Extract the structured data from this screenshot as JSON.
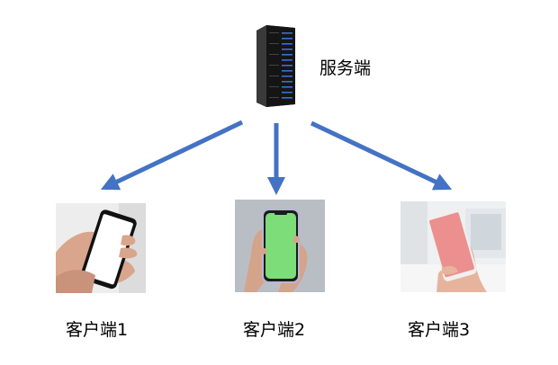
{
  "server": {
    "label": "服务端",
    "icon": "server-rack-icon"
  },
  "clients": [
    {
      "label": "客户端1",
      "icon": "phone-hand-icon",
      "screen_color": "#ffffff"
    },
    {
      "label": "客户端2",
      "icon": "phone-hand-icon",
      "screen_color": "#7ddd78"
    },
    {
      "label": "客户端3",
      "icon": "phone-hand-icon",
      "screen_color": "#ec8f8f"
    }
  ],
  "colors": {
    "arrow": "#4472c4",
    "server_body": "#1a1a1a",
    "server_lights": "#3a6fd8"
  }
}
